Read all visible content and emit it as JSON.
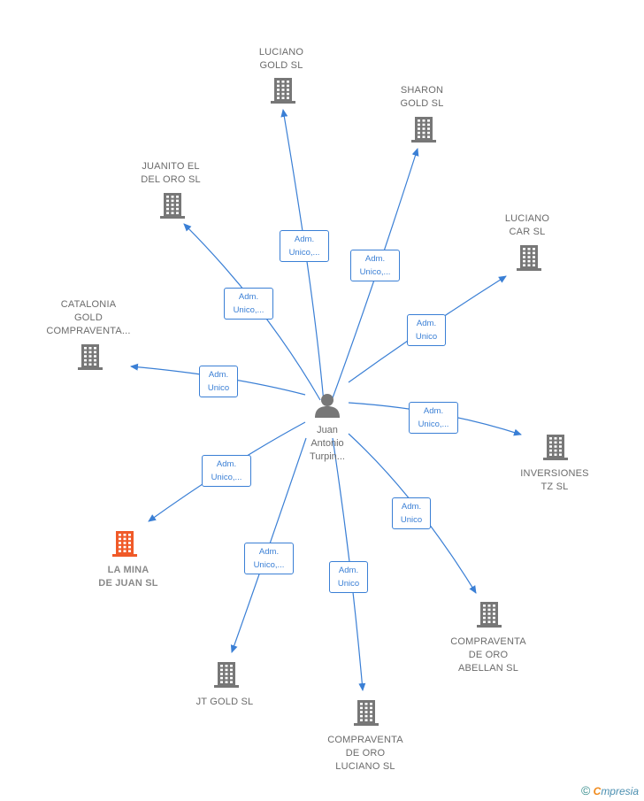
{
  "center": {
    "name": "Juan\nAntonio\nTurpin..."
  },
  "nodes": [
    {
      "id": "luciano-gold",
      "label": "LUCIANO\nGOLD  SL",
      "color": "#777777",
      "highlight": false
    },
    {
      "id": "sharon-gold",
      "label": "SHARON\nGOLD  SL",
      "color": "#777777",
      "highlight": false
    },
    {
      "id": "juanito",
      "label": "JUANITO EL\nDEL ORO  SL",
      "color": "#777777",
      "highlight": false
    },
    {
      "id": "luciano-car",
      "label": "LUCIANO\nCAR SL",
      "color": "#777777",
      "highlight": false
    },
    {
      "id": "catalonia",
      "label": "CATALONIA\nGOLD\nCOMPRAVENTA...",
      "color": "#777777",
      "highlight": false
    },
    {
      "id": "inversiones",
      "label": "INVERSIONES\nTZ  SL",
      "color": "#777777",
      "highlight": false
    },
    {
      "id": "la-mina",
      "label": "LA MINA\nDE JUAN  SL",
      "color": "#f05a28",
      "highlight": true
    },
    {
      "id": "abellan",
      "label": "COMPRAVENTA\nDE ORO\nABELLAN  SL",
      "color": "#777777",
      "highlight": false
    },
    {
      "id": "jt-gold",
      "label": "JT GOLD  SL",
      "color": "#777777",
      "highlight": false
    },
    {
      "id": "oro-luciano",
      "label": "COMPRAVENTA\nDE ORO\nLUCIANO SL",
      "color": "#777777",
      "highlight": false
    }
  ],
  "relations": [
    {
      "target": "luciano-gold",
      "label": "Adm.\nUnico,..."
    },
    {
      "target": "sharon-gold",
      "label": "Adm.\nUnico,..."
    },
    {
      "target": "juanito",
      "label": "Adm.\nUnico,..."
    },
    {
      "target": "luciano-car",
      "label": "Adm.\nUnico"
    },
    {
      "target": "catalonia",
      "label": "Adm.\nUnico"
    },
    {
      "target": "inversiones",
      "label": "Adm.\nUnico,..."
    },
    {
      "target": "la-mina",
      "label": "Adm.\nUnico,..."
    },
    {
      "target": "abellan",
      "label": "Adm.\nUnico"
    },
    {
      "target": "jt-gold",
      "label": "Adm.\nUnico,..."
    },
    {
      "target": "oro-luciano",
      "label": "Adm.\nUnico"
    }
  ],
  "brand": {
    "copyright": "©",
    "initial": "C",
    "rest": "mpresia"
  },
  "colors": {
    "edge": "#3a7fd5",
    "building": "#777777",
    "highlight": "#f05a28",
    "person": "#777777"
  }
}
